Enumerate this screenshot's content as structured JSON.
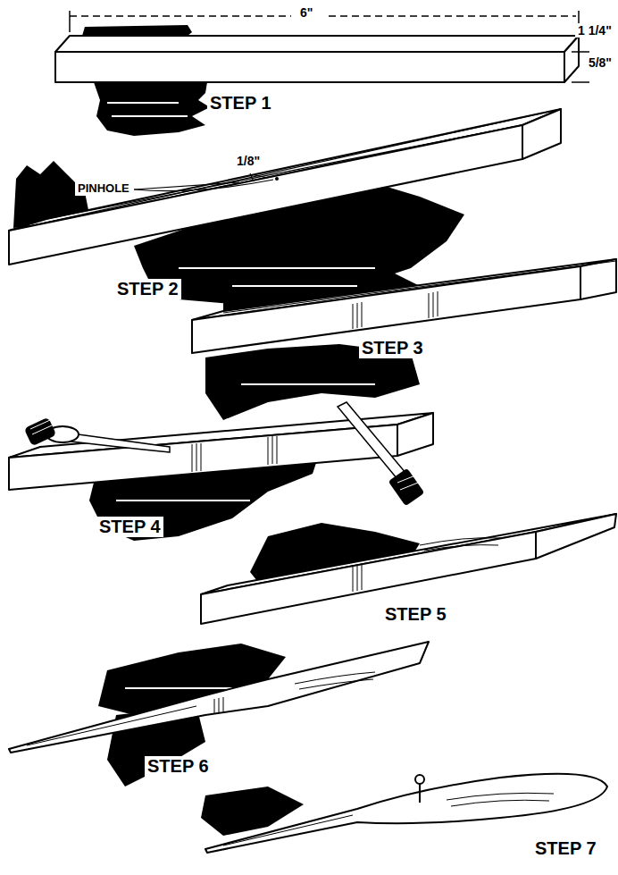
{
  "diagram": {
    "labels": [
      "6\"",
      "1 1/4\"",
      "5/8\"",
      "STEP 1",
      "PINHOLE",
      "1/8\"",
      "STEP 2",
      "STEP 3",
      "STEP 4",
      "STEP 5",
      "STEP 6",
      "STEP 7"
    ]
  }
}
